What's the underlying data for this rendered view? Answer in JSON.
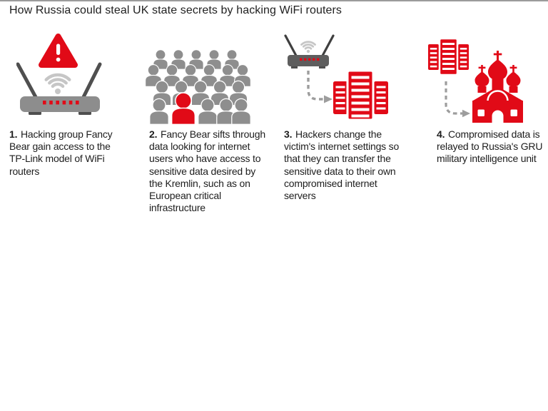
{
  "page": {
    "title": "How Russia could steal UK state secrets by hacking WiFi routers"
  },
  "colors": {
    "accent_red": "#e10a17",
    "router_gray": "#8d8d8d",
    "dark_gray": "#4f4f4f",
    "antenna_dark": "#3f3f3f",
    "router_dark": "#5e5e5e",
    "wifi_gray": "#c6c6c6",
    "crowd_gray": "#8e8e8e",
    "arrow_gray": "#9d9d9d",
    "title_text": "#212121",
    "body_text": "#1d1d1d",
    "top_rule": "#9b9b9b"
  },
  "steps": [
    {
      "number": "1.",
      "text": "Hacking group Fancy Bear gain access to the TP-Link model of WiFi routers",
      "icon": "wifi-router-with-warning-triangle"
    },
    {
      "number": "2.",
      "text": "Fancy Bear sifts through data looking for internet users who have access to sensitive data desired by the Kremlin, such as on European critical infrastructure",
      "icon": "crowd-with-red-target-person"
    },
    {
      "number": "3.",
      "text": "Hackers change the victim's internet settings so that they can transfer the sensitive data to their own compromised internet servers",
      "icon": "router-dashed-arrow-to-red-servers"
    },
    {
      "number": "4.",
      "text": "Compromised data is relayed to Russia's GRU military intelligence unit",
      "icon": "servers-dashed-arrow-to-kremlin-cathedral"
    }
  ]
}
